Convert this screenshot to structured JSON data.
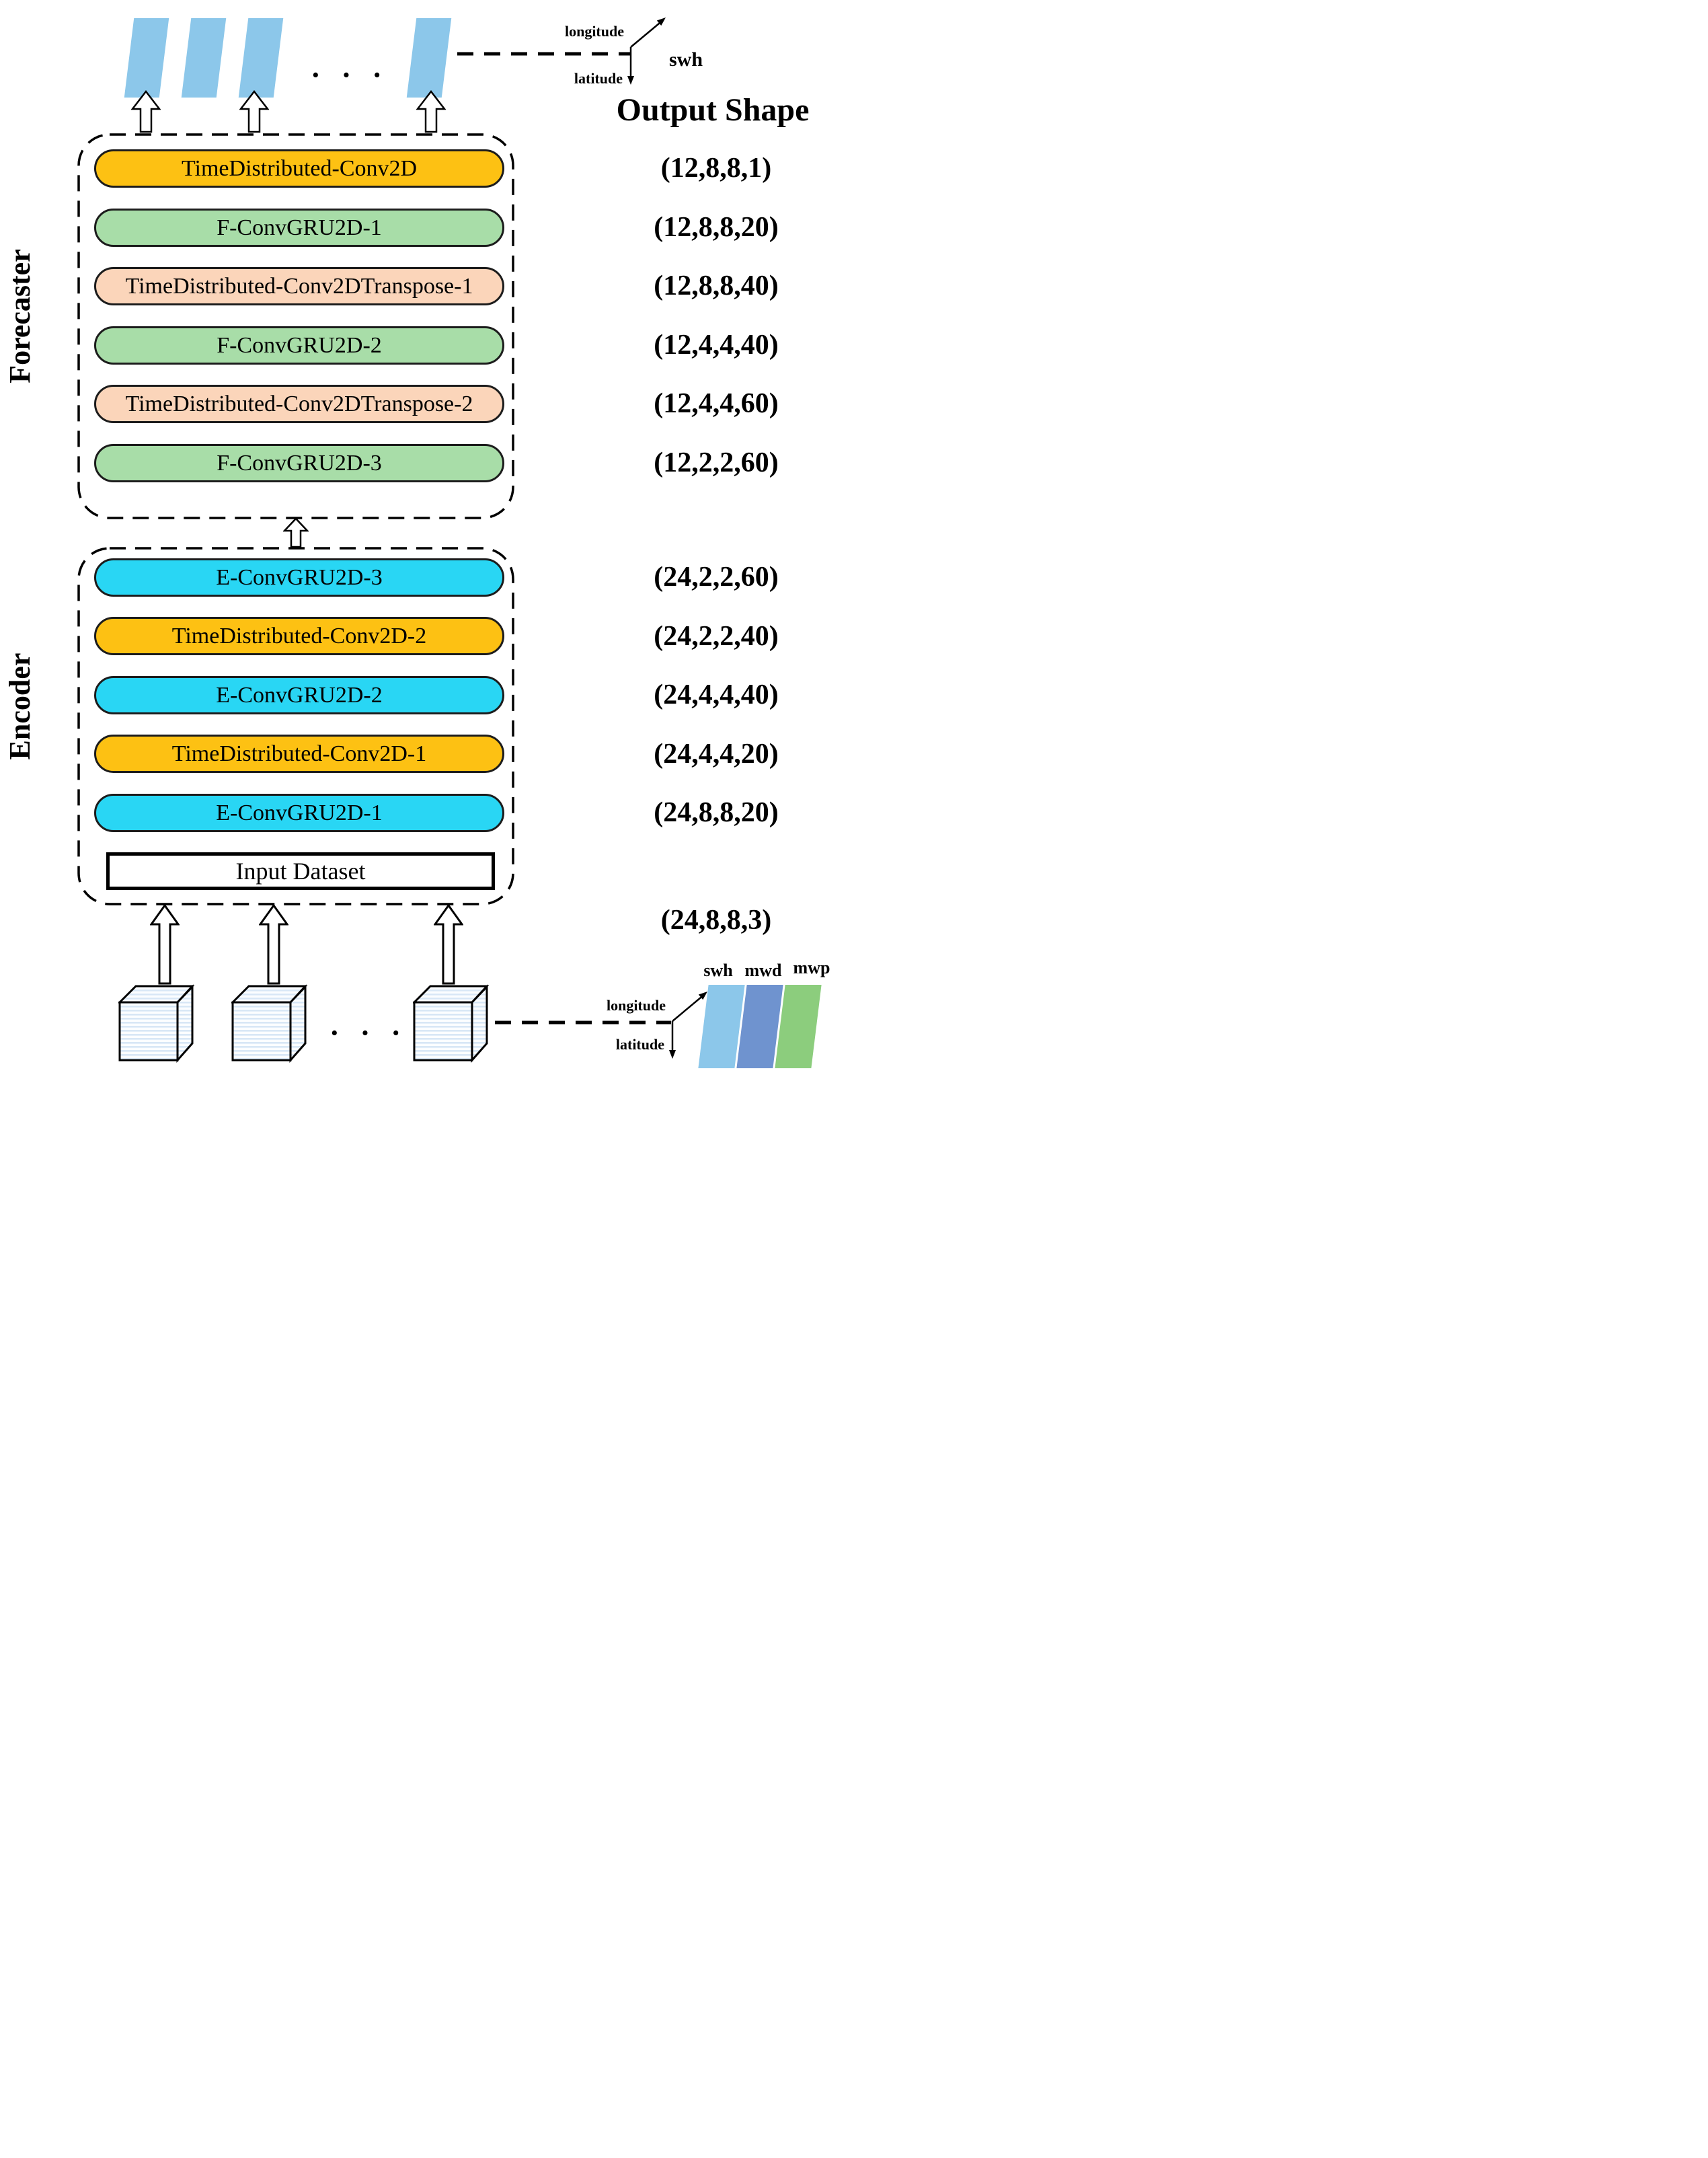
{
  "page": {
    "title": "Output Shape"
  },
  "forecaster": {
    "label": "Forecaster",
    "layers": [
      {
        "label": "TimeDistributed-Conv2D",
        "type": "conv",
        "shape": "(12,8,8,1)"
      },
      {
        "label": "F-ConvGRU2D-1",
        "type": "fgru",
        "shape": "(12,8,8,20)"
      },
      {
        "label": "TimeDistributed-Conv2DTranspose-1",
        "type": "transpose",
        "shape": "(12,8,8,40)"
      },
      {
        "label": "F-ConvGRU2D-2",
        "type": "fgru",
        "shape": "(12,4,4,40)"
      },
      {
        "label": "TimeDistributed-Conv2DTranspose-2",
        "type": "transpose",
        "shape": "(12,4,4,60)"
      },
      {
        "label": "F-ConvGRU2D-3",
        "type": "fgru",
        "shape": "(12,2,2,60)"
      }
    ]
  },
  "encoder": {
    "label": "Encoder",
    "layers": [
      {
        "label": "E-ConvGRU2D-3",
        "type": "egru",
        "shape": "(24,2,2,60)"
      },
      {
        "label": "TimeDistributed-Conv2D-2",
        "type": "conv",
        "shape": "(24,2,2,40)"
      },
      {
        "label": "E-ConvGRU2D-2",
        "type": "egru",
        "shape": "(24,4,4,40)"
      },
      {
        "label": "TimeDistributed-Conv2D-1",
        "type": "conv",
        "shape": "(24,4,4,20)"
      },
      {
        "label": "E-ConvGRU2D-1",
        "type": "egru",
        "shape": "(24,8,8,20)"
      }
    ],
    "input": {
      "label": "Input Dataset",
      "shape": "(24,8,8,3)"
    }
  },
  "output_legend": {
    "axis_up": "longitude",
    "axis_down": "latitude",
    "variable": "swh",
    "dots": "· · ·"
  },
  "input_legend": {
    "axis_up": "longitude",
    "axis_down": "latitude",
    "variables": [
      "swh",
      "mwd",
      "mwp"
    ],
    "dots": "· · ·"
  },
  "colors": {
    "conv2d_fill": "#FDC113",
    "f_convgru_fill": "#A8DDA8",
    "conv2d_transpose_fill": "#FBD5BA",
    "e_convgru_fill": "#29D6F4",
    "output_frame_fill": "#8CC7EA",
    "swh_fill": "#8CC7EA",
    "mwd_fill": "#6F93CF",
    "mwp_fill": "#8CCD7D",
    "cube_stripe": "#D8E7F6"
  }
}
